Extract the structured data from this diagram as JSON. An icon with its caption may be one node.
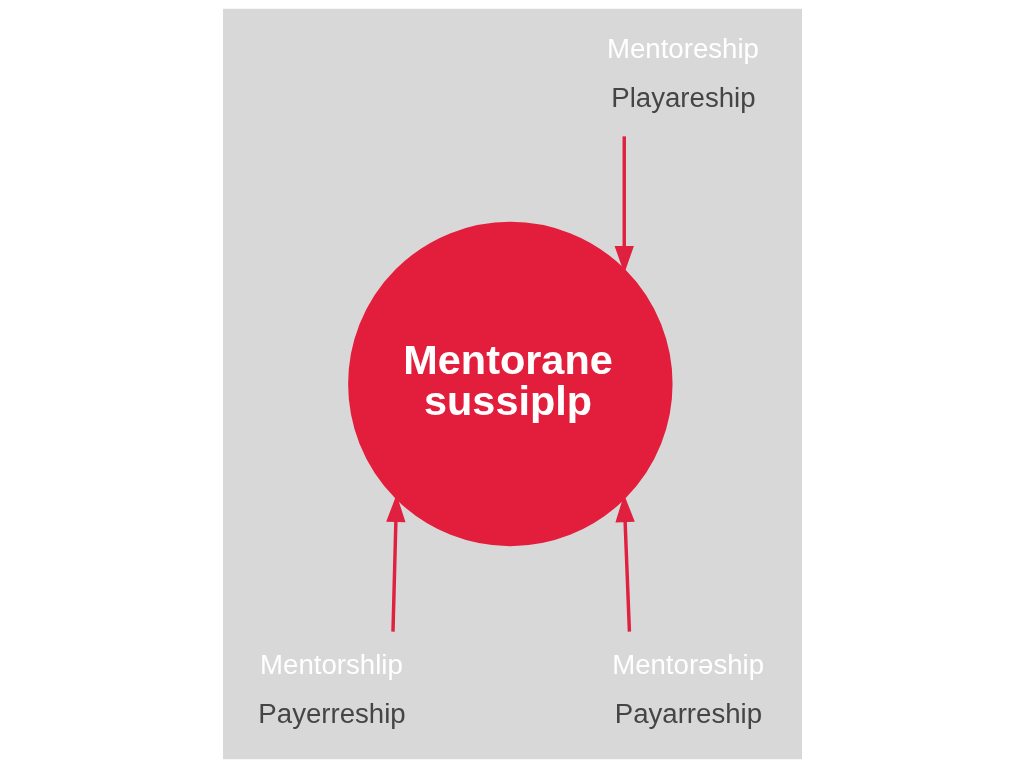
{
  "diagram": {
    "nodes": [
      {
        "text": [
          "Mentoreship",
          "Playareship"
        ]
      },
      {
        "text": [
          "Mentorane sussiplp"
        ]
      },
      {
        "text": [
          "Mentorshlip",
          "Payerreship"
        ]
      },
      {
        "text": [
          "Mentorəship",
          "Payarreship"
        ]
      }
    ],
    "edges": [
      {
        "from": 0,
        "to": 1,
        "arrow": "to"
      },
      {
        "from": 2,
        "to": 1,
        "arrow": "to"
      },
      {
        "from": 3,
        "to": 1,
        "arrow": "to"
      }
    ]
  }
}
